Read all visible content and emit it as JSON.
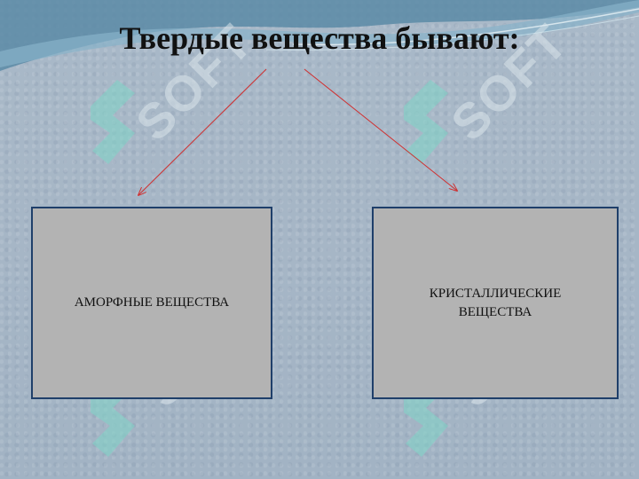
{
  "slide": {
    "title": "Твердые вещества бывают:"
  },
  "boxes": {
    "left_label": "АМОРФНЫЕ ВЕЩЕСТВА",
    "right_label": "КРИСТАЛЛИЧЕСКИЕ ВЕЩЕСТВА"
  },
  "watermark": {
    "text": "SOFT",
    "icon": "sfx-logo-icon"
  },
  "colors": {
    "background": "#a6b6c6",
    "box_fill": "#b3b3b3",
    "box_border": "#1f3f6a",
    "arrow": "#d03030",
    "title": "#111111"
  }
}
